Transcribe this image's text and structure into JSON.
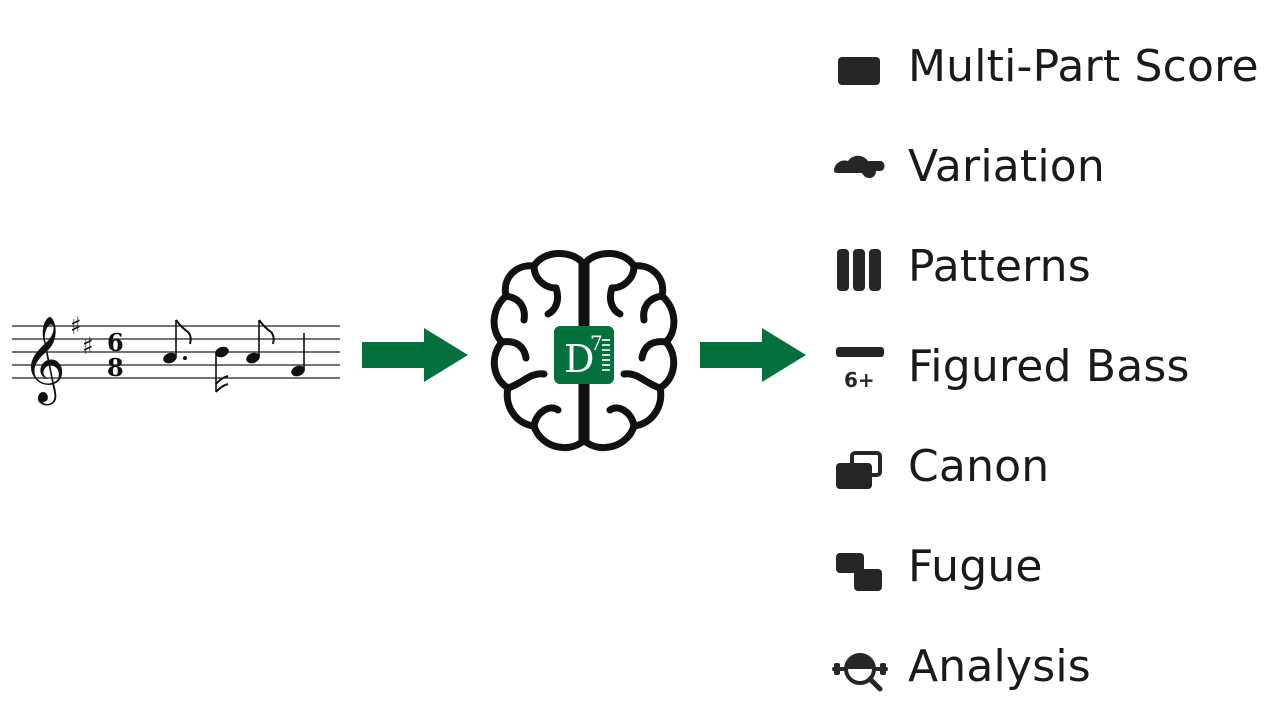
{
  "input": {
    "time_signature": {
      "top": "6",
      "bottom": "8"
    }
  },
  "engine": {
    "chip_letter": "D",
    "chip_superscript": "7"
  },
  "outputs": [
    {
      "label": "Multi-Part Score",
      "icon": "multi-part-score-icon"
    },
    {
      "label": "Variation",
      "icon": "variation-icon"
    },
    {
      "label": "Patterns",
      "icon": "patterns-icon"
    },
    {
      "label": "Figured Bass",
      "icon": "figured-bass-icon",
      "icon_text": "6+"
    },
    {
      "label": "Canon",
      "icon": "canon-icon"
    },
    {
      "label": "Fugue",
      "icon": "fugue-icon"
    },
    {
      "label": "Analysis",
      "icon": "analysis-icon"
    }
  ],
  "colors": {
    "arrow": "#04703c",
    "chip": "#04703c",
    "ink": "#111111",
    "icon": "#262626"
  }
}
